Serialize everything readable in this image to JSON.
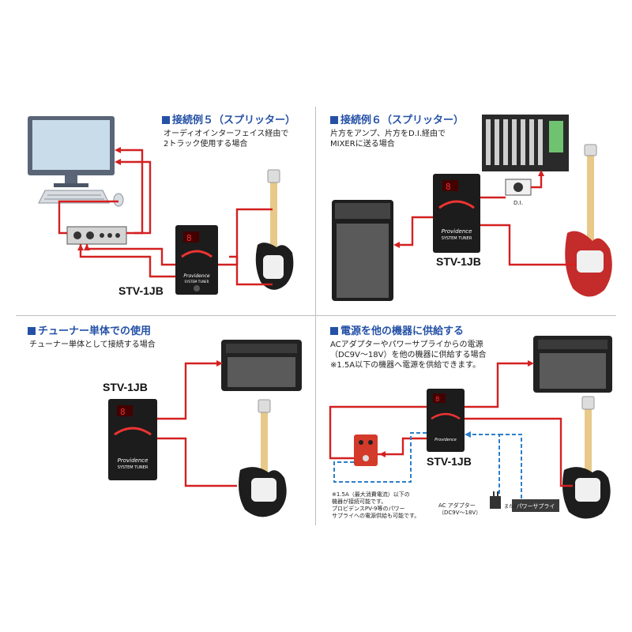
{
  "panel1": {
    "title": "接続例５（スプリッター）",
    "desc": "オーディオインターフェイス経由で\n2トラック使用する場合",
    "device_label": "STV-1JB"
  },
  "panel2": {
    "title": "接続例６（スプリッター）",
    "desc": "片方をアンプ、片方をD.I.経由で\nMIXERに送る場合",
    "device_label": "STV-1JB",
    "di_label": "D.I."
  },
  "panel3": {
    "title": "チューナー単体での使用",
    "desc": "チューナー単体として接続する場合",
    "device_label": "STV-1JB"
  },
  "panel4": {
    "title": "電源を他の機器に供給する",
    "desc": "ACアダプターやパワーサプライからの電源\n（DC9V〜18V）を他の機器に供給する場合\n※1.5A以下の機器へ電源を供給できます。",
    "device_label": "STV-1JB",
    "note": "※1.5A（最大消費電流）以下の\n機器が接続可能です。\nプロビデンスPV-9等のパワー\nサプライへの電源供給も可能です。",
    "ac_label": "AC アダプター\n（DC9V〜18V）",
    "or_label": "または",
    "power_supply_label": "パワーサプライ"
  },
  "tuner": {
    "brand": "Providence",
    "model": "SYSTEM TUNER"
  },
  "colors": {
    "title_blue": "#2451a6",
    "cable_red": "#d42020",
    "power_blue": "#2d7fc9"
  }
}
